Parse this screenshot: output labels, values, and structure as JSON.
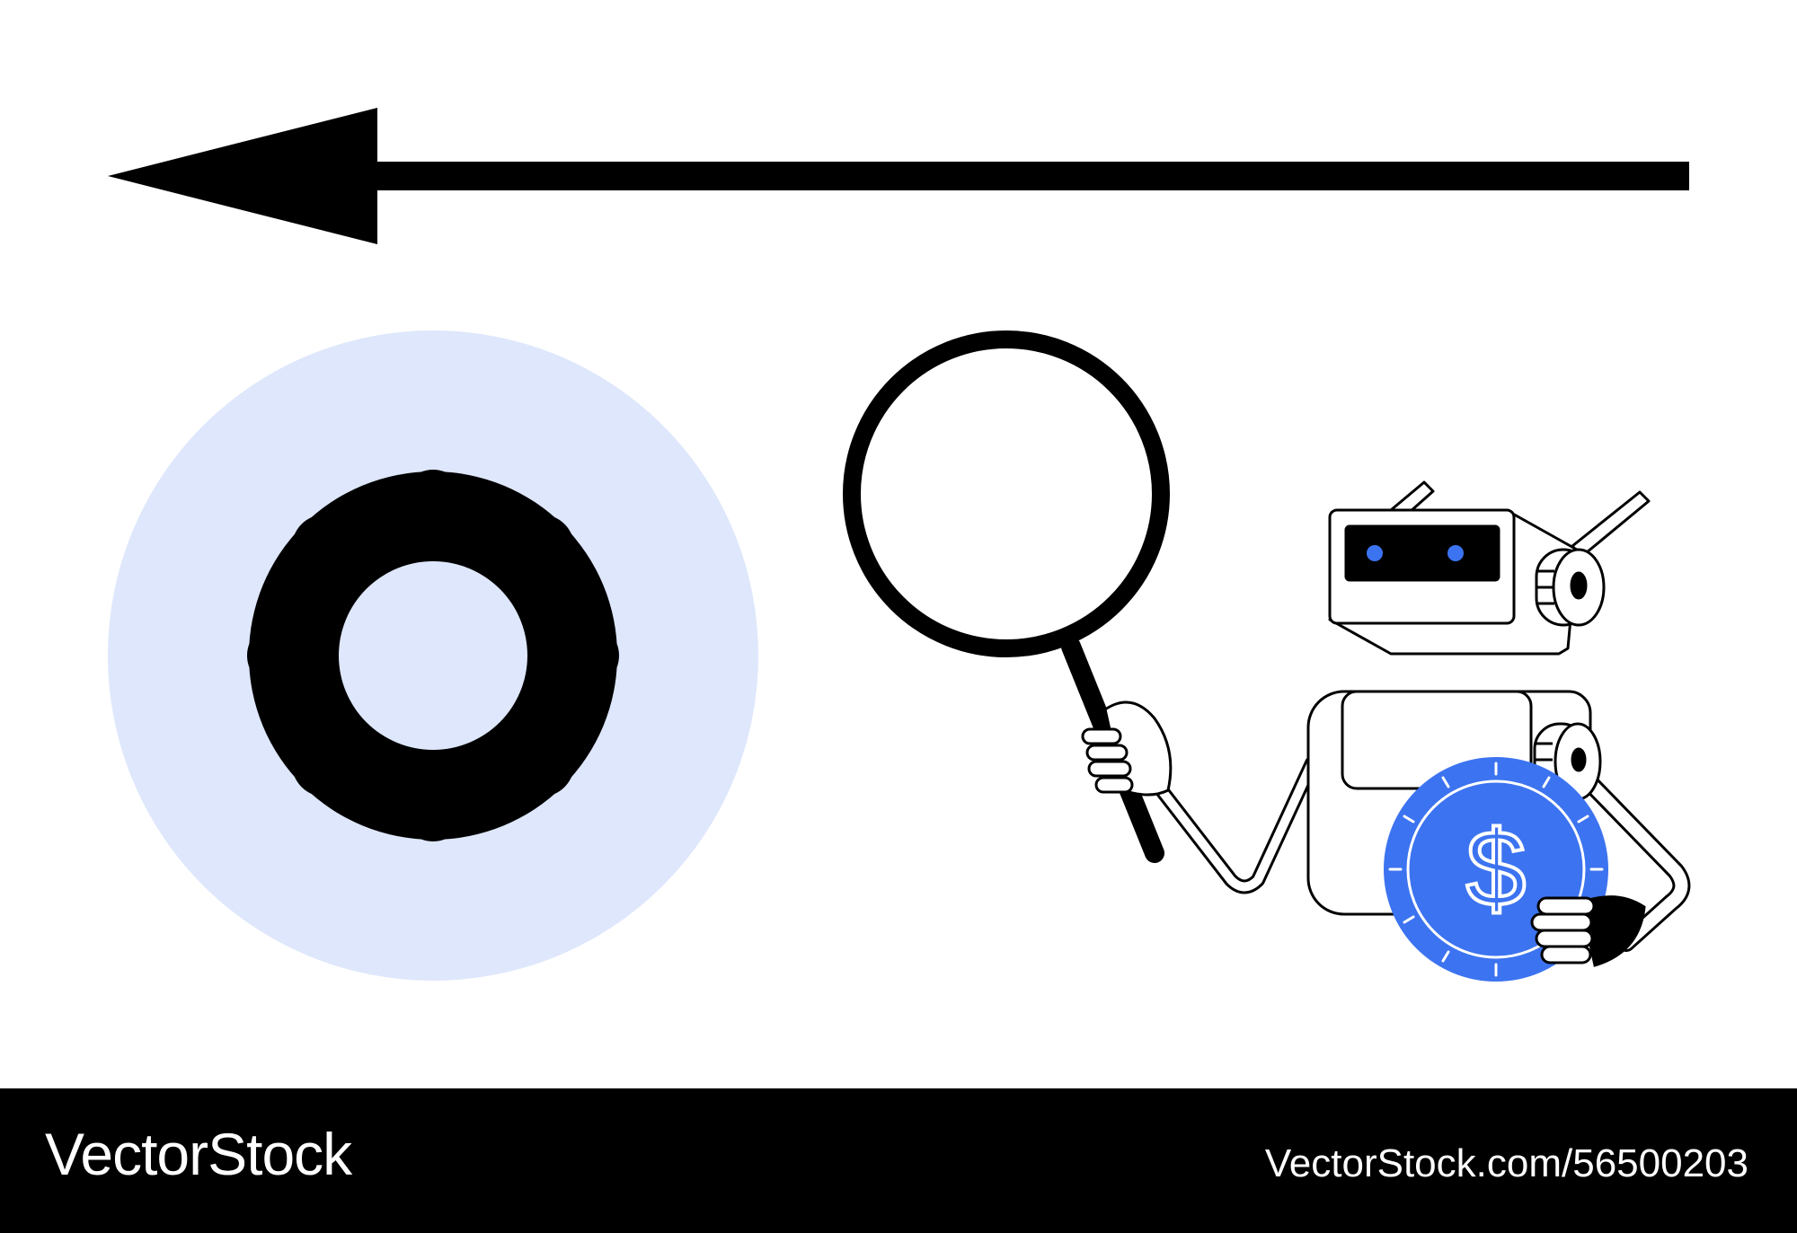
{
  "illustration": {
    "arrow": {
      "direction": "left",
      "color": "#000000"
    },
    "gear_badge": {
      "icon": "gear-icon",
      "circle_color": "#dee7fb",
      "gear_color": "#000000"
    },
    "magnifier": {
      "icon": "magnifying-glass-icon"
    },
    "robot": {
      "icon": "robot-icon",
      "eye_color": "#3c73f0"
    },
    "coin": {
      "icon": "dollar-coin-icon",
      "symbol": "$",
      "color": "#3c73f0"
    }
  },
  "footer": {
    "background": "#000000",
    "brand": "VectorStock",
    "url": "VectorStock.com/56500203"
  }
}
